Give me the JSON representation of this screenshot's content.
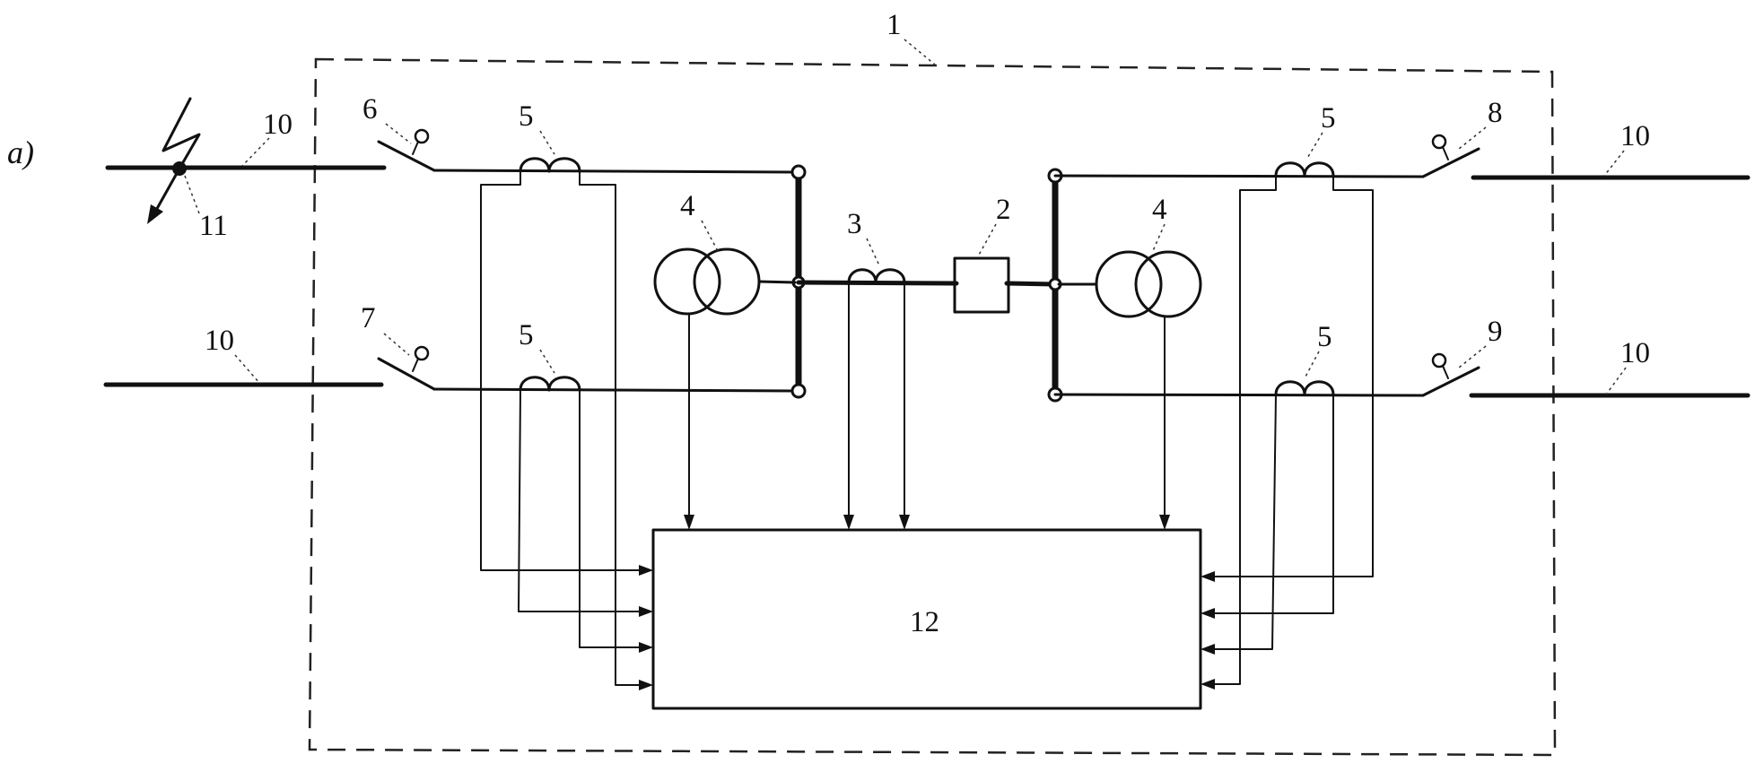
{
  "figure_label": "a)",
  "labels": {
    "frame": "1",
    "converter": "2",
    "ct_center": "3",
    "vt_left": "4",
    "vt_right": "4",
    "ct_top_left": "5",
    "ct_bottom_left": "5",
    "ct_top_right": "5",
    "ct_bottom_right": "5",
    "breaker_6": "6",
    "breaker_7": "7",
    "breaker_8": "8",
    "breaker_9": "9",
    "line_top_left": "10",
    "line_bottom_left": "10",
    "line_top_right": "10",
    "line_bottom_right": "10",
    "fault": "11",
    "relay_unit": "12"
  }
}
